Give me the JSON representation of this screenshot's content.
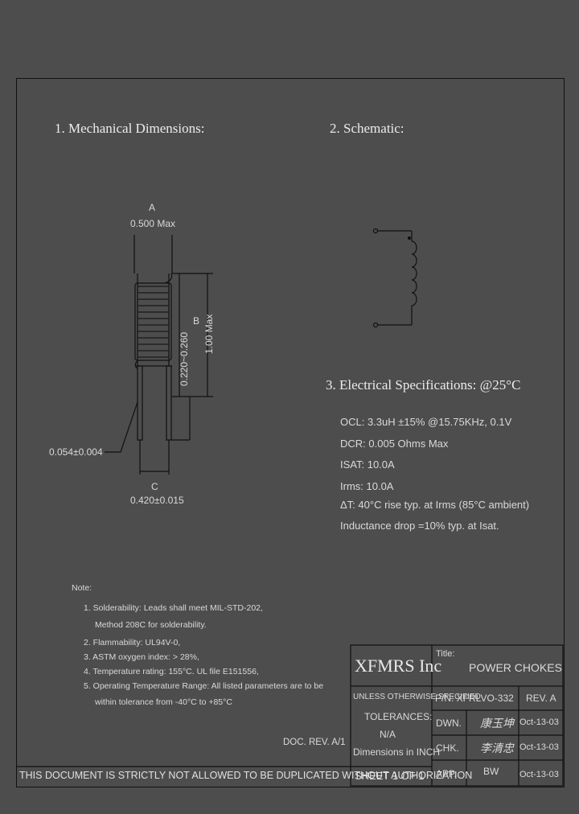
{
  "sections": {
    "mechanical_title": "1. Mechanical Dimensions:",
    "schematic_title": "2. Schematic:",
    "electrical_title": "3. Electrical Specifications: @25°C"
  },
  "dimensions": {
    "a_label": "A",
    "a_value": "0.500 Max",
    "b_label": "B",
    "b_value": "1.00 Max",
    "height_value": "0.220~0.260",
    "lead_value": "0.054±0.004",
    "c_label": "C",
    "c_value": "0.420±0.015"
  },
  "electrical_specs": [
    "OCL: 3.3uH ±15% @15.75KHz, 0.1V",
    "DCR: 0.005 Ohms Max",
    "ISAT: 10.0A",
    "Irms: 10.0A",
    "ΔT: 40°C rise typ. at Irms (85°C ambient)",
    "Inductance drop =10% typ. at Isat."
  ],
  "notes": {
    "heading": "Note:",
    "items": [
      "1. Solderability: Leads shall meet MIL-STD-202,",
      "Method 208C for solderability.",
      "2. Flammability: UL94V-0,",
      "3. ASTM oxygen index: > 28%,",
      "4. Temperature rating: 155°C. UL file E151556,",
      "5. Operating Temperature Range: All listed parameters are to be",
      "within tolerance from -40°C to +85°C"
    ]
  },
  "doc_rev": "DOC. REV. A/1",
  "title_block": {
    "company": "XFMRS Inc",
    "title_label": "Title:",
    "title_value": "POWER CHOKES",
    "unless_specified": "UNLESS OTHERWISE SPECIFIED",
    "tolerances_label": "TOLERANCES:",
    "tolerances_value": "N/A",
    "dimensions_unit": "Dimensions in INCH",
    "part_number": "P/N: XFRLVO-332",
    "rev": "REV. A",
    "rows": [
      {
        "label": "DWN.",
        "signature": "康玉坤",
        "date": "Oct-13-03"
      },
      {
        "label": "CHK.",
        "signature": "李清忠",
        "date": "Oct-13-03"
      },
      {
        "label": "APP.",
        "signature": "BW",
        "date": "Oct-13-03"
      }
    ],
    "sheet": "SHEET 1 OF 1"
  },
  "footer_notice": "THIS DOCUMENT IS STRICTLY NOT ALLOWED TO BE DUPLICATED WITHOUT AUTHORIZATION"
}
